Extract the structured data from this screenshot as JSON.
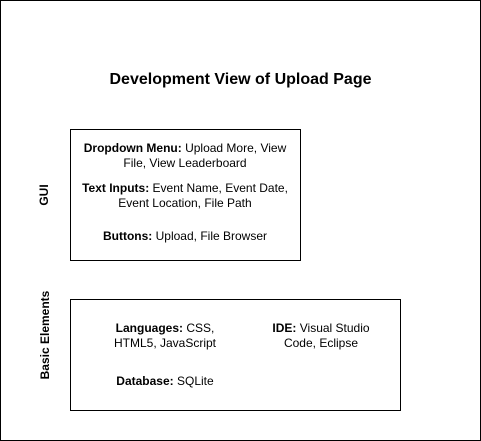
{
  "title": "Development View of Upload Page",
  "gui": {
    "label": "GUI",
    "dropdown": {
      "heading": "Dropdown Menu:",
      "text": " Upload More, View File, View Leaderboard"
    },
    "inputs": {
      "heading": "Text Inputs:",
      "text": " Event Name, Event Date, Event Location, File Path"
    },
    "buttons": {
      "heading": "Buttons:",
      "text": " Upload, File Browser"
    }
  },
  "basic": {
    "label": "Basic Elements",
    "languages": {
      "heading": "Languages:",
      "text": " CSS, HTML5, JavaScript"
    },
    "ide": {
      "heading": "IDE:",
      "text": " Visual Studio Code, Eclipse"
    },
    "database": {
      "heading": "Database:",
      "text": " SQLite"
    }
  }
}
